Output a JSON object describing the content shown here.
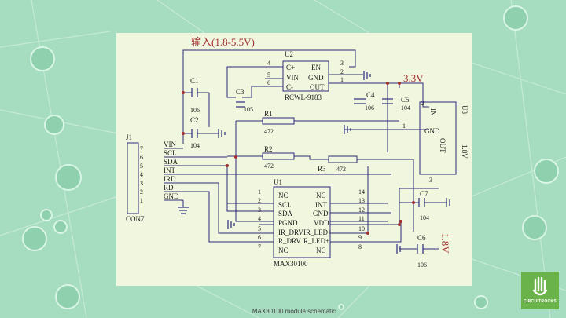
{
  "caption": "MAX30100 module schematic",
  "colors": {
    "background": "#a6dcc0",
    "card": "#f1f7df",
    "wire": "#2a2a7a",
    "label_red": "#a33030",
    "logo": "#6ab34a"
  },
  "diagram": {
    "input_label": "输入(1.8-5.5V)",
    "v33_label": "3.3V",
    "v18_label": "1.8V",
    "u2": {
      "ref": "U2",
      "name": "RCWL-9183",
      "pins_left": [
        "C+",
        "VIN",
        "C-"
      ],
      "pins_right": [
        "EN",
        "GND",
        "OUT"
      ],
      "nums_left": [
        "4",
        "5",
        "6"
      ],
      "nums_right": [
        "3",
        "2",
        "1"
      ]
    },
    "u3": {
      "ref": "U3",
      "pin_in": "IN",
      "pin_gnd": "GND",
      "pin_out": "OUT",
      "value": "1.8V",
      "nums": [
        "2",
        "1",
        "3"
      ]
    },
    "u1": {
      "ref": "U1",
      "name": "MAX30100",
      "pins_left": [
        "NC",
        "SCL",
        "SDA",
        "PGND",
        "IR_DRV",
        "R_DRV",
        "NC"
      ],
      "pins_right": [
        "NC",
        "INT",
        "GND",
        "VDD",
        "IR_LED+",
        "R_LED+",
        "NC"
      ],
      "nums_left": [
        "1",
        "2",
        "3",
        "4",
        "5",
        "6",
        "7"
      ],
      "nums_right": [
        "14",
        "13",
        "12",
        "11",
        "10",
        "9",
        "8"
      ]
    },
    "j1": {
      "ref": "J1",
      "name": "CON7",
      "pins": [
        "7",
        "6",
        "5",
        "4",
        "3",
        "2",
        "1"
      ],
      "signals": [
        "VIN",
        "SCL",
        "SDA",
        "INT",
        "IRD",
        "RD",
        "GND"
      ]
    },
    "c1": {
      "ref": "C1",
      "value": "106"
    },
    "c2": {
      "ref": "C2",
      "value": "104"
    },
    "c3": {
      "ref": "C3",
      "value": "105"
    },
    "c4": {
      "ref": "C4",
      "value": "106"
    },
    "c5": {
      "ref": "C5",
      "value": "104"
    },
    "c6": {
      "ref": "C6",
      "value": "106"
    },
    "c7": {
      "ref": "C7",
      "value": "104"
    },
    "r1": {
      "ref": "R1",
      "value": "472"
    },
    "r2": {
      "ref": "R2",
      "value": "472"
    },
    "r3": {
      "ref": "R3",
      "value": "472"
    }
  },
  "logo": {
    "icon": "circuit-hand-icon",
    "text": "CIRCUITROCKS"
  }
}
